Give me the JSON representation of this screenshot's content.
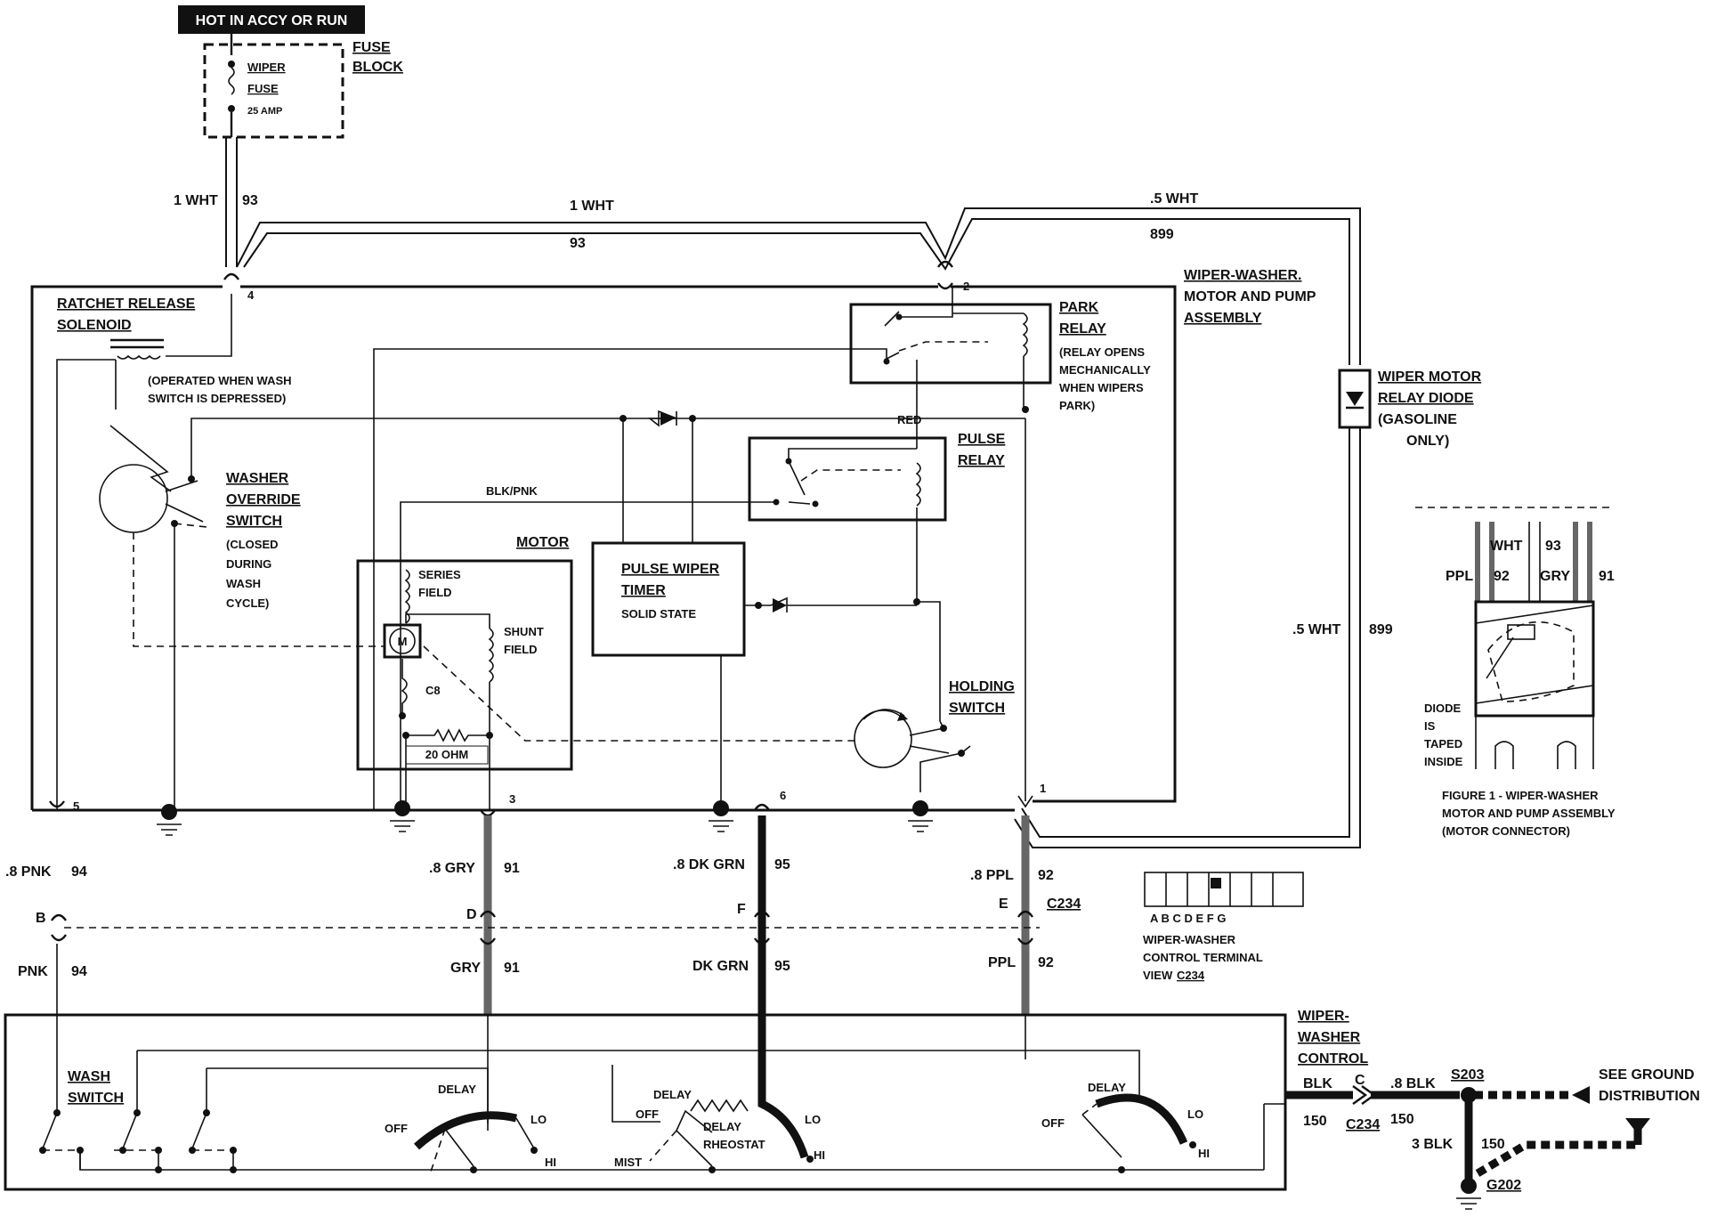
{
  "header": {
    "power_label": "HOT IN ACCY OR RUN"
  },
  "fuse_block": {
    "label1": "FUSE",
    "label2": "BLOCK",
    "fuse_name1": "WIPER",
    "fuse_name2": "FUSE",
    "fuse_rating": "25 AMP"
  },
  "wires": {
    "w1_left": "1 WHT",
    "w1_left_num": "93",
    "w1_top": "1 WHT",
    "w1_top_num": "93",
    "w5_top": ".5 WHT",
    "w5_top_num": "899",
    "w5_right": ".5 WHT",
    "w5_right_num": "899",
    "pnk_top": ".8 PNK",
    "pnk_top_num": "94",
    "pnk_bot": "PNK",
    "pnk_bot_num": "94",
    "gry_top": ".8 GRY",
    "gry_top_num": "91",
    "gry_bot": "GRY",
    "gry_bot_num": "91",
    "dkgrn_top": ".8 DK GRN",
    "dkgrn_top_num": "95",
    "dkgrn_bot": "DK GRN",
    "dkgrn_bot_num": "95",
    "ppl_top": ".8 PPL",
    "ppl_top_num": "92",
    "ppl_bot": "PPL",
    "ppl_bot_num": "92",
    "red": "RED",
    "blkpnk": "BLK/PNK",
    "blk_left": "BLK",
    "blk_left_num": "150",
    "blk_right": ".8 BLK",
    "blk_right_num": "150",
    "blk3": "3 BLK",
    "blk3_num": "150"
  },
  "assembly": {
    "line1": "WIPER-WASHER.",
    "line2": "MOTOR AND PUMP",
    "line3": "ASSEMBLY"
  },
  "ratchet": {
    "line1": "RATCHET RELEASE",
    "line2": "SOLENOID",
    "note1": "(OPERATED WHEN WASH",
    "note2": "SWITCH IS DEPRESSED)"
  },
  "washer_override": {
    "line1": "WASHER",
    "line2": "OVERRIDE",
    "line3": "SWITCH",
    "note1": "(CLOSED",
    "note2": "DURING",
    "note3": "WASH",
    "note4": "CYCLE)"
  },
  "park_relay": {
    "line1": "PARK",
    "line2": "RELAY",
    "note1": "(RELAY OPENS",
    "note2": "MECHANICALLY",
    "note3": "WHEN WIPERS",
    "note4": "PARK)"
  },
  "pulse_relay": {
    "line1": "PULSE",
    "line2": "RELAY"
  },
  "motor": {
    "title": "MOTOR",
    "series1": "SERIES",
    "series2": "FIELD",
    "shunt1": "SHUNT",
    "shunt2": "FIELD",
    "m": "M",
    "c8": "C8",
    "ohm": "20 OHM"
  },
  "timer": {
    "line1": "PULSE WIPER",
    "line2": "TIMER",
    "line3": "SOLID STATE"
  },
  "holding": {
    "line1": "HOLDING",
    "line2": "SWITCH"
  },
  "diode": {
    "line1": "WIPER MOTOR",
    "line2": "RELAY DIODE",
    "note1": "(GASOLINE",
    "note2": "ONLY)"
  },
  "terminals": {
    "t4": "4",
    "t2": "2",
    "t5": "5",
    "t3": "3",
    "t6": "6",
    "t1": "1",
    "B": "B",
    "D": "D",
    "F": "F",
    "E": "E",
    "C234": "C234",
    "C": "C",
    "C234b": "C234"
  },
  "terminal_view": {
    "letters": "A  B  C        D   E   F   G",
    "line1": "WIPER-WASHER",
    "line2": "CONTROL TERMINAL",
    "line3": "VIEW",
    "line3b": "C234"
  },
  "figure": {
    "wht": "WHT",
    "n93": "93",
    "ppl": "PPL",
    "n92": "92",
    "gry": "GRY",
    "n91": "91",
    "diode1": "DIODE",
    "diode2": "IS",
    "diode3": "TAPED",
    "diode4": "INSIDE",
    "cap1": "FIGURE 1 - WIPER-WASHER",
    "cap2": "MOTOR AND PUMP ASSEMBLY",
    "cap3": "(MOTOR CONNECTOR)"
  },
  "control": {
    "line1": "WIPER-",
    "line2": "WASHER",
    "line3": "CONTROL",
    "wash1": "WASH",
    "wash2": "SWITCH",
    "delay1": "DELAY",
    "off1": "OFF",
    "lo1": "LO",
    "hi1": "HI",
    "delay2": "DELAY",
    "off2": "OFF",
    "rheo1": "DELAY",
    "rheo2": "RHEOSTAT",
    "lo2": "LO",
    "hi2": "HI",
    "mist": "MIST",
    "delay3": "DELAY",
    "off3": "OFF",
    "lo3": "LO",
    "hi3": "HI"
  },
  "ground": {
    "s203": "S203",
    "g202": "G202",
    "see1": "SEE GROUND",
    "see2": "DISTRIBUTION"
  }
}
